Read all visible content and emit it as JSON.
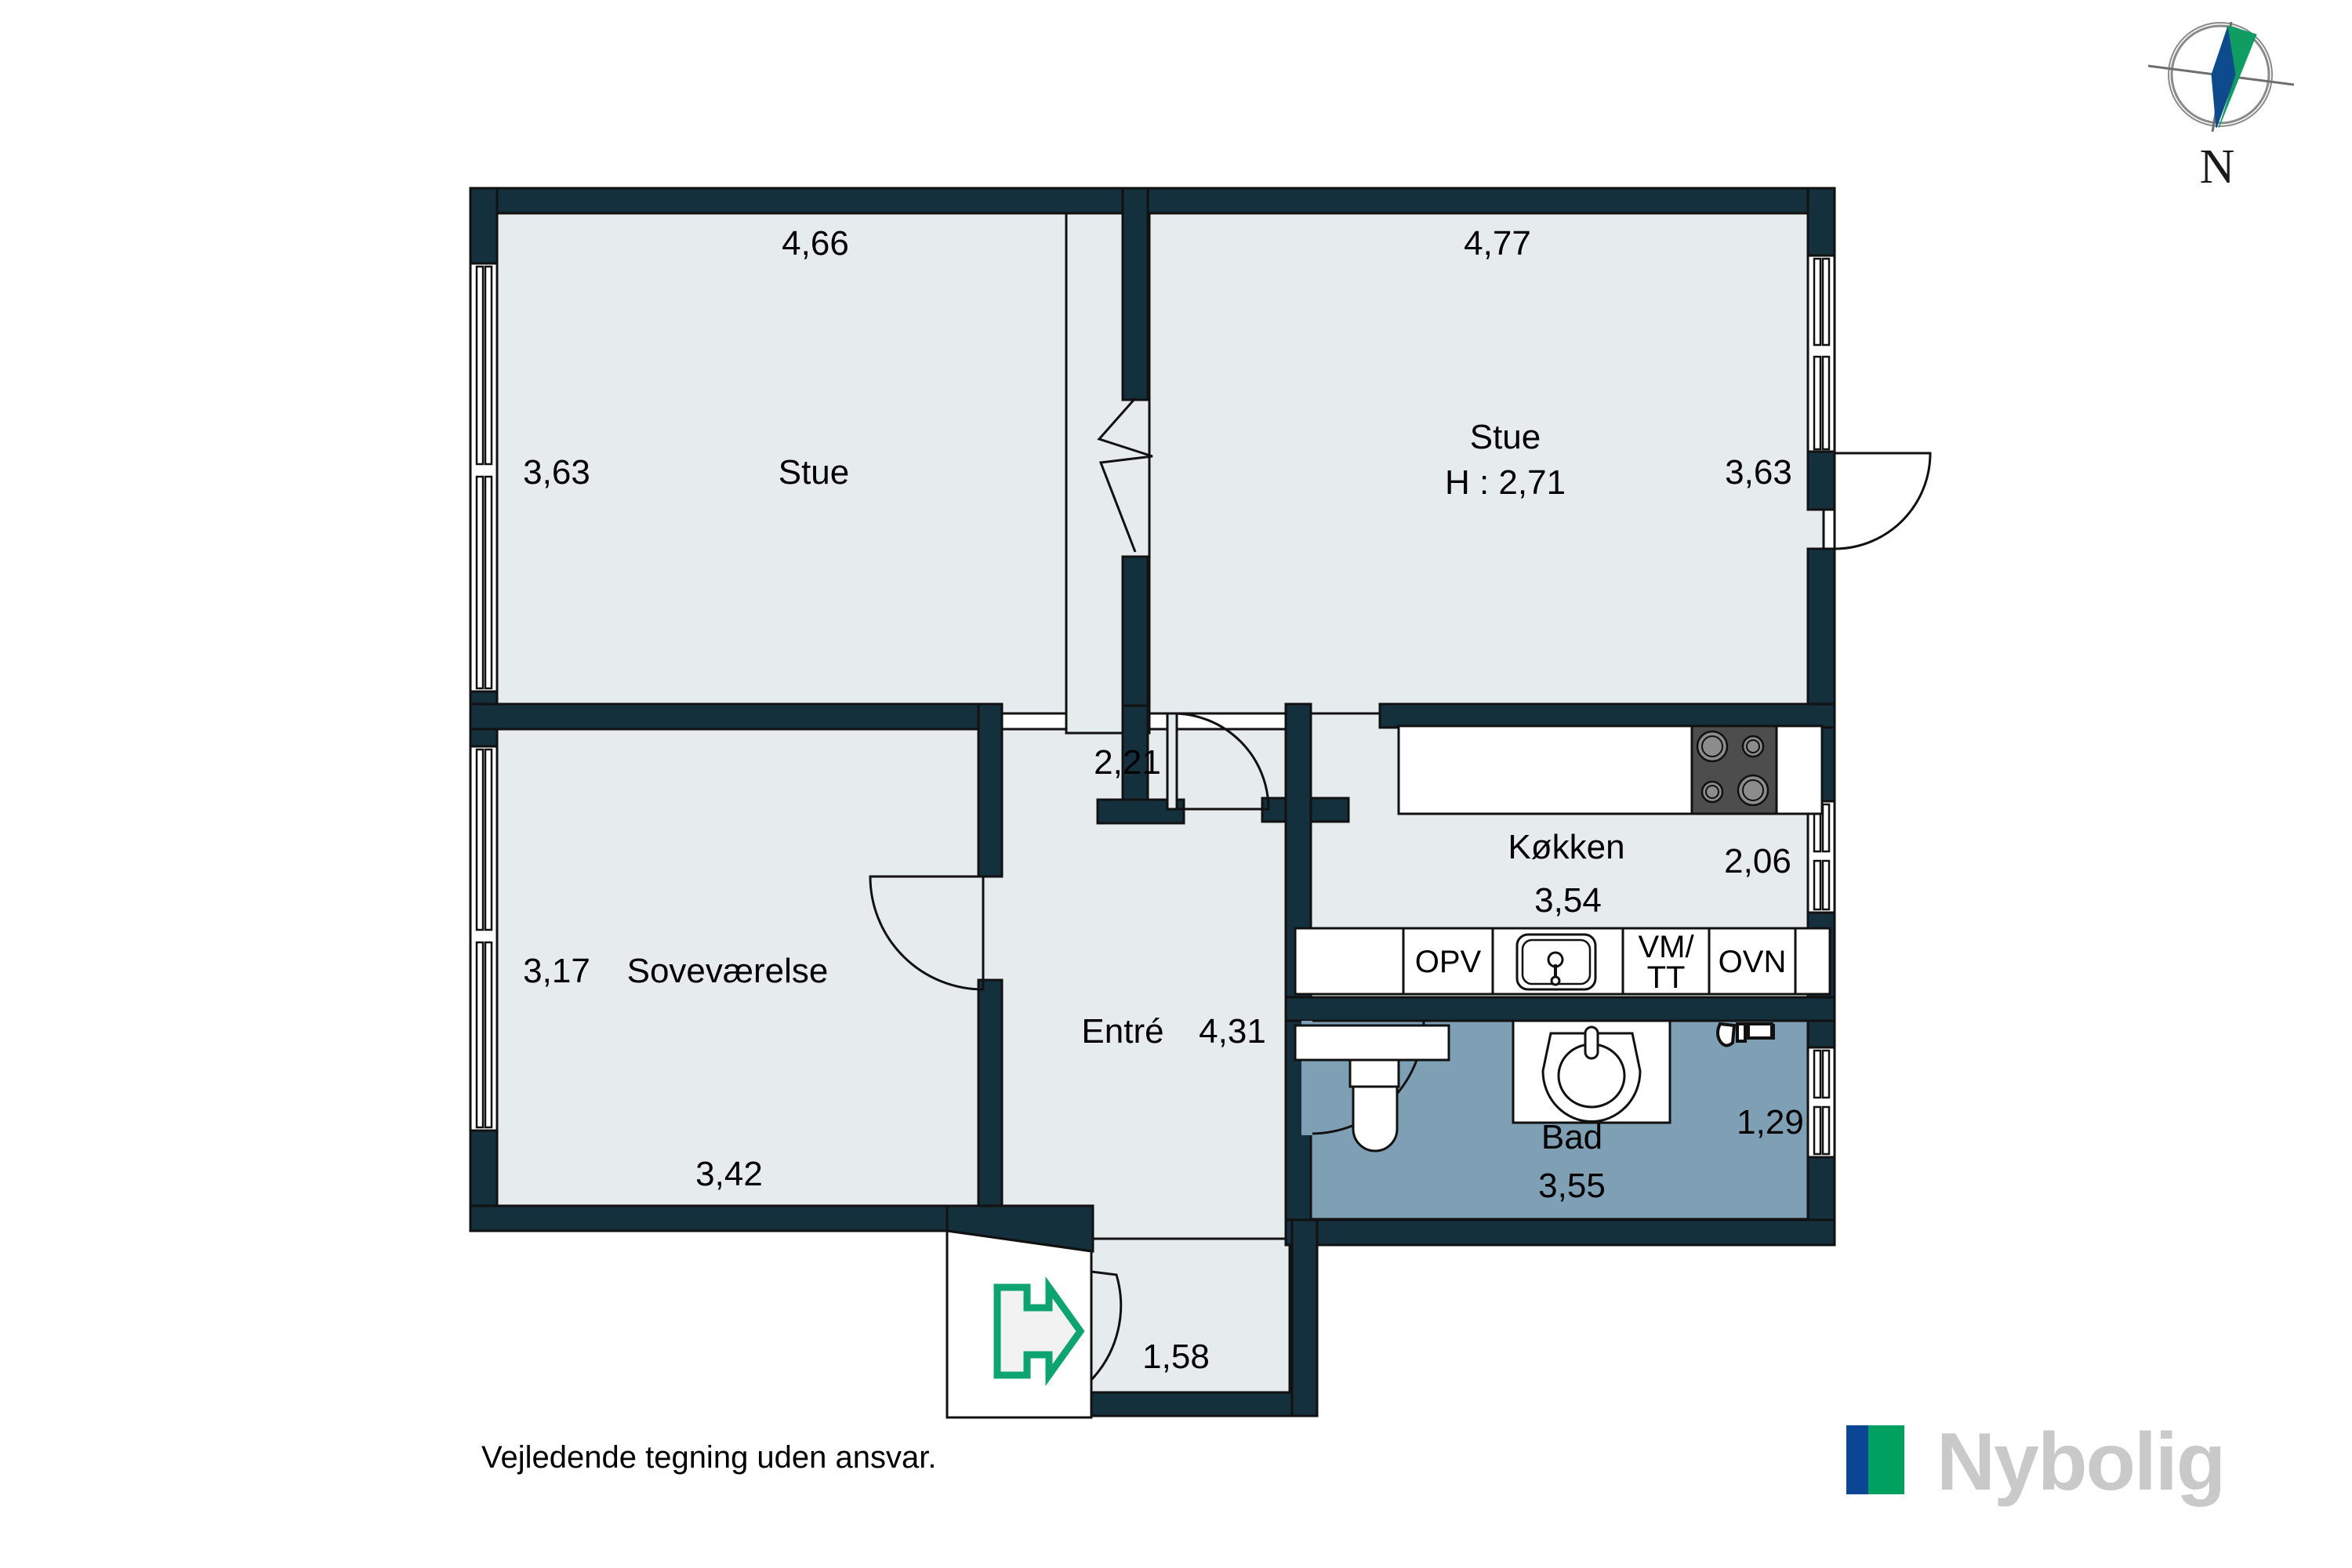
{
  "document": {
    "type": "floor-plan",
    "disclaimer": "Vejledende tegning uden ansvar."
  },
  "colors": {
    "wall": "#15303d",
    "room_fill": "#e6ebee",
    "bath_fill": "#7fa0b4",
    "stove_fill": "#4d4d4d",
    "burner_fill": "#8c8c8c",
    "fixture_fill": "#ffffff",
    "compass_blue": "#0d4b8c",
    "compass_green": "#0f9d63",
    "arrow_green": "#0da472",
    "logo_blue": "#0b4595",
    "logo_green": "#00a160",
    "logo_text": "#c9c9c9",
    "outline": "#111111"
  },
  "rooms": [
    {
      "id": "stue-left",
      "name": "Stue",
      "width": "4,66",
      "height": "3,63"
    },
    {
      "id": "stue-right",
      "name": "Stue",
      "width": "4,77",
      "height": "3,63",
      "ceiling": "H : 2,71"
    },
    {
      "id": "sovevaerelse",
      "name": "Soveværelse",
      "width": "3,42",
      "height": "3,17"
    },
    {
      "id": "entre",
      "name": "Entré",
      "width": "4,31",
      "height": "2,21",
      "extra": "1,58"
    },
    {
      "id": "koekken",
      "name": "Køkken",
      "width": "3,54",
      "height": "2,06"
    },
    {
      "id": "bad",
      "name": "Bad",
      "width": "3,55",
      "height": "1,29"
    }
  ],
  "labels": {
    "stue_left_name": "Stue",
    "stue_left_top": "4,66",
    "stue_left_side": "3,63",
    "stue_right_name": "Stue",
    "stue_right_ceiling": "H : 2,71",
    "stue_right_top": "4,77",
    "stue_right_side": "3,63",
    "sovevaerelse_name": "Soveværelse",
    "sovevaerelse_side": "3,17",
    "sovevaerelse_bottom": "3,42",
    "entre_name": "Entré",
    "entre_width": "4,31",
    "hall_top": "2,21",
    "entre_bottom": "1,58",
    "koekken_name": "Køkken",
    "koekken_width": "3,54",
    "koekken_side": "2,06",
    "bad_name": "Bad",
    "bad_width": "3,55",
    "bad_side": "1,29"
  },
  "appliances": [
    {
      "id": "opv",
      "label": "OPV"
    },
    {
      "id": "sink",
      "label": ""
    },
    {
      "id": "vmtt",
      "label": "VM/\nTT",
      "line1": "VM/",
      "line2": "TT"
    },
    {
      "id": "ovn",
      "label": "OVN"
    }
  ],
  "appliance_labels": {
    "opv": "OPV",
    "vm_line1": "VM/",
    "vm_line2": "TT",
    "ovn": "OVN"
  },
  "compass": {
    "north_letter": "N"
  },
  "brand": {
    "name": "Nybolig"
  },
  "footer": {
    "disclaimer": "Vejledende tegning uden ansvar."
  }
}
